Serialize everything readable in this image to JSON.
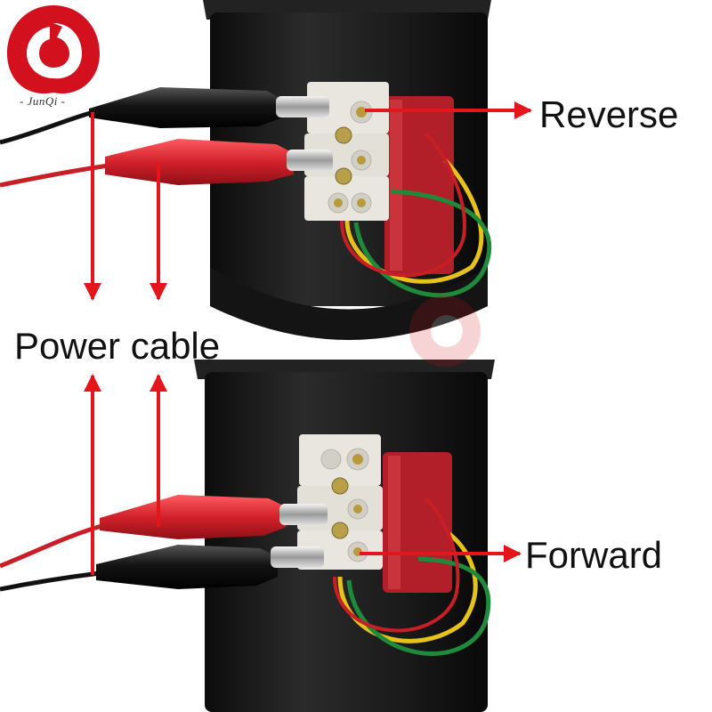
{
  "labels": {
    "reverse": "Reverse",
    "power_cable": "Power cable",
    "forward": "Forward"
  },
  "logo": {
    "text": "- JunQi -"
  },
  "colors": {
    "arrow": "#e4161b",
    "clip_red": "#d2212b",
    "clip_black": "#141414",
    "motor_body": "#1b1b1b",
    "terminal": "#e9e6df",
    "capacitor": "#b21f28",
    "wire_yellow": "#e6c21a",
    "wire_green": "#1f8a3a",
    "logo_red": "#d3101d"
  }
}
